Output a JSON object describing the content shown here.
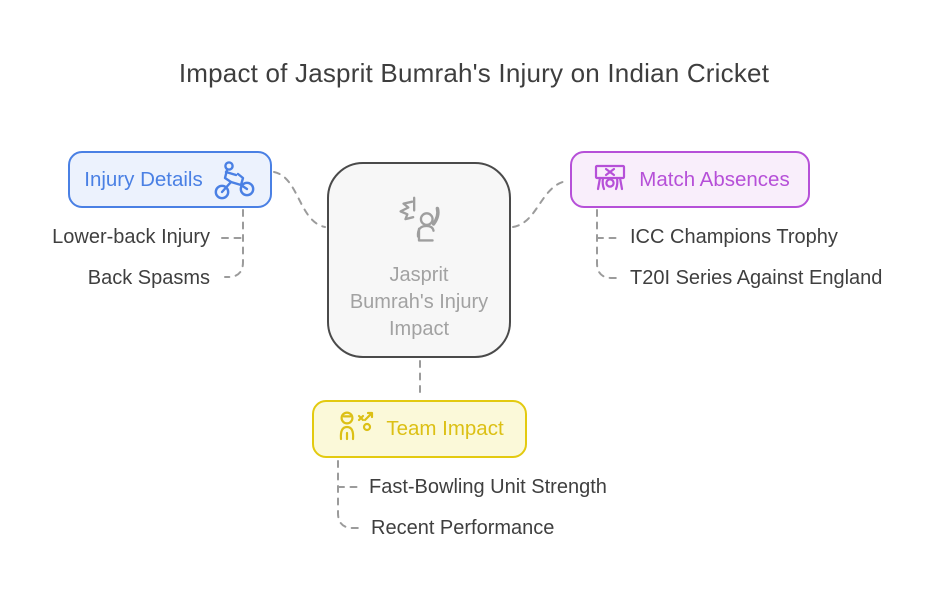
{
  "title": "Impact of Jasprit Bumrah's Injury on Indian Cricket",
  "center": {
    "label": "Jasprit Bumrah's Injury Impact",
    "icon": "injured-player-icon",
    "border_color": "#4a4a4a",
    "bg_color": "#f7f7f7",
    "text_color": "#a2a2a2"
  },
  "branches": [
    {
      "label": "Injury Details",
      "icon": "bike-crash-icon",
      "accent_color": "#4a80e4",
      "bg_color": "#ecf2fd",
      "items": [
        "Lower-back Injury",
        "Back Spasms"
      ]
    },
    {
      "label": "Match Absences",
      "icon": "absent-player-icon",
      "accent_color": "#b650d8",
      "bg_color": "#f9eefb",
      "items": [
        "ICC Champions Trophy",
        "T20I Series Against England"
      ]
    },
    {
      "label": "Team Impact",
      "icon": "team-strategy-icon",
      "accent_color": "#dcc015",
      "bg_color": "#fbf9d9",
      "items": [
        "Fast-Bowling Unit Strength",
        "Recent Performance"
      ]
    }
  ],
  "colors": {
    "connector": "#9b9b9b",
    "item_text": "#3f3f3f",
    "title_text": "#3e3e3e",
    "background": "#ffffff"
  }
}
